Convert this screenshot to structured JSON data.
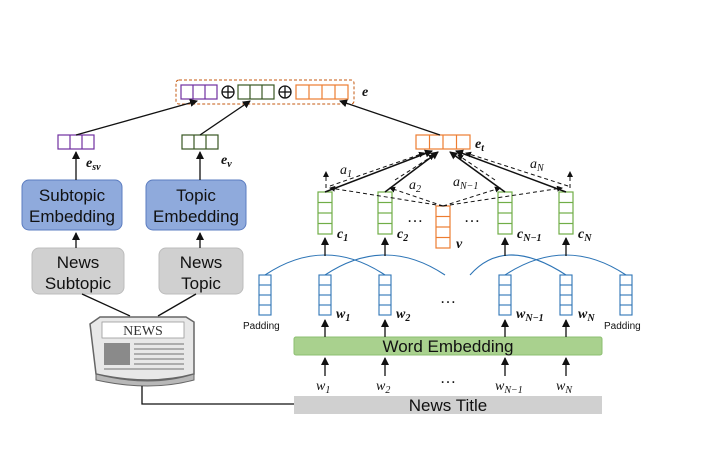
{
  "colors": {
    "purple": "#7030a0",
    "darkgreen": "#385723",
    "orange": "#ed7d31",
    "green": "#70ad47",
    "blue": "#2e75b6",
    "embed_fill": "#8faadc",
    "gray_fill": "#d0d0d0",
    "word_embed_fill": "#a9d18e"
  },
  "labels": {
    "e": "e",
    "e_sv": "e",
    "e_sv_sub": "sv",
    "e_v": "e",
    "e_v_sub": "v",
    "e_t": "e",
    "e_t_sub": "t",
    "subtopic_embedding": [
      "Subtopic",
      "Embedding"
    ],
    "topic_embedding": [
      "Topic",
      "Embedding"
    ],
    "news_subtopic": [
      "News",
      "Subtopic"
    ],
    "news_topic": [
      "News",
      "Topic"
    ],
    "newspaper_title": "NEWS",
    "word_embedding": "Word Embedding",
    "news_title": "News Title",
    "padding_left": "Padding",
    "padding_right": "Padding",
    "v": "v",
    "dots": "…",
    "c": [
      {
        "base": "c",
        "sub": "1"
      },
      {
        "base": "c",
        "sub": "2"
      },
      {
        "base": "c",
        "sub": "N−1"
      },
      {
        "base": "c",
        "sub": "N"
      }
    ],
    "a": [
      {
        "base": "a",
        "sub": "1"
      },
      {
        "base": "a",
        "sub": "2"
      },
      {
        "base": "a",
        "sub": "N−1"
      },
      {
        "base": "a",
        "sub": "N"
      }
    ],
    "w_bold": [
      {
        "base": "w",
        "sub": "1"
      },
      {
        "base": "w",
        "sub": "2"
      },
      {
        "base": "w",
        "sub": "N−1"
      },
      {
        "base": "w",
        "sub": "N"
      }
    ],
    "w_input": [
      {
        "base": "w",
        "sub": "1"
      },
      {
        "base": "w",
        "sub": "2"
      },
      {
        "base": "w",
        "sub": "N−1"
      },
      {
        "base": "w",
        "sub": "N"
      }
    ]
  }
}
